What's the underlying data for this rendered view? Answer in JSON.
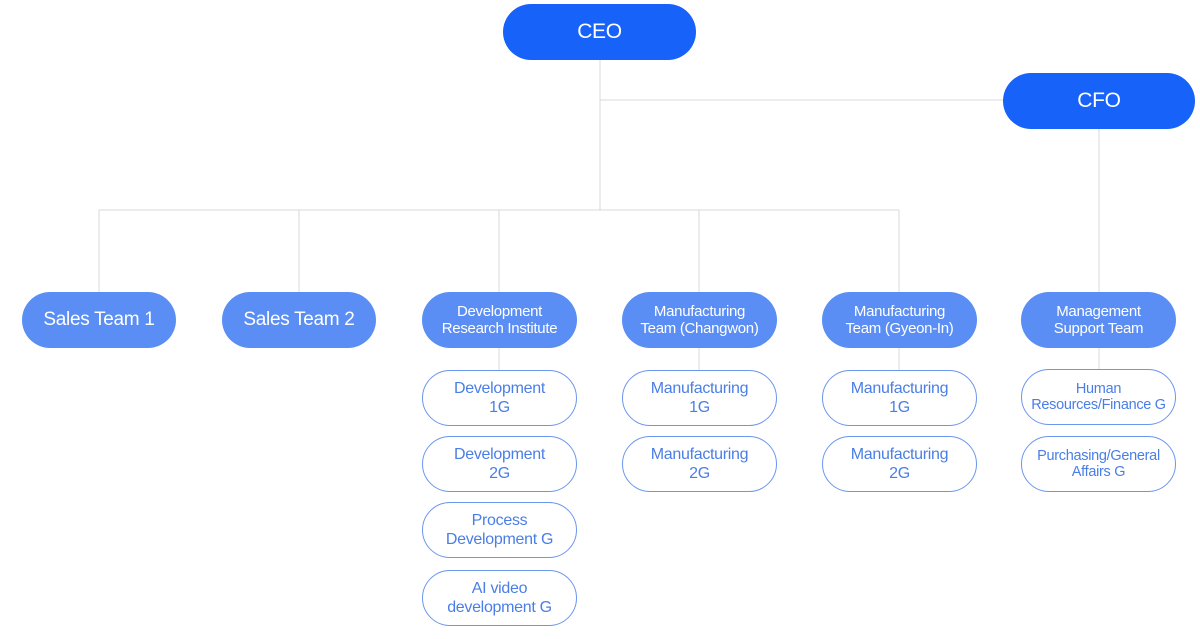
{
  "ceo": "CEO",
  "cfo": "CFO",
  "teams": [
    {
      "label": "Sales Team 1",
      "groups": []
    },
    {
      "label": "Sales Team 2",
      "groups": []
    },
    {
      "label": "Development\nResearch Institute",
      "groups": [
        "Development\n1G",
        "Development\n2G",
        "Process\nDevelopment G",
        "AI video\ndevelopment G"
      ]
    },
    {
      "label": "Manufacturing\nTeam (Changwon)",
      "groups": [
        "Manufacturing\n1G",
        "Manufacturing\n2G"
      ]
    },
    {
      "label": "Manufacturing\nTeam (Gyeon-In)",
      "groups": [
        "Manufacturing\n1G",
        "Manufacturing\n2G"
      ]
    },
    {
      "label": "Management\nSupport Team",
      "groups": [
        "Human\nResources/Finance G",
        "Purchasing/General\nAffairs G"
      ]
    }
  ],
  "colors": {
    "primary": "#1762f8",
    "secondary": "#5b8ef4",
    "sub_border": "#6b96ee",
    "sub_text": "#4a7ee6",
    "connector": "#d9d9d9"
  }
}
